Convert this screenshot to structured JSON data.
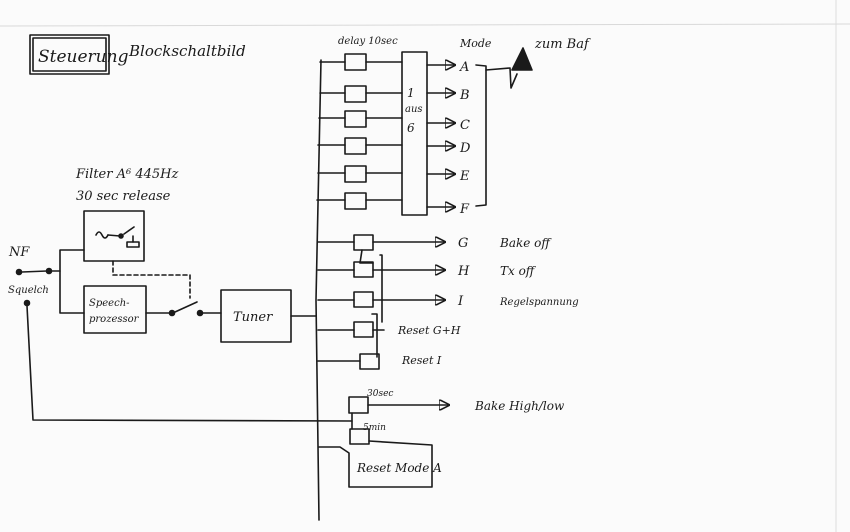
{
  "header": {
    "title": "Steuerung",
    "subtitle": "Blockschaltbild"
  },
  "inputs": {
    "nf": "NF",
    "squelch": "Squelch"
  },
  "filter": {
    "line1": "Filter A⁶ 445Hz",
    "line2": "30 sec release"
  },
  "speech_block": {
    "line1": "Speech-",
    "line2": "prozessor"
  },
  "tuner_block": "Tuner",
  "delay_label": "delay 10sec",
  "selector": {
    "line1": "1",
    "line2": "aus",
    "line3": "6"
  },
  "mode_header": "Mode",
  "antenna_label": "zum Baf",
  "modes": [
    "A",
    "B",
    "C",
    "D",
    "E",
    "F"
  ],
  "outputs": [
    {
      "letter": "G",
      "label": "Bake off"
    },
    {
      "letter": "H",
      "label": "Tx off"
    },
    {
      "letter": "I",
      "label": "Regelspannung"
    }
  ],
  "resets": [
    "Reset G+H",
    "Reset I"
  ],
  "timer": {
    "t1": "30sec",
    "t2": "5min",
    "out_label": "Bake High/low",
    "reset_label": "Reset Mode A"
  }
}
